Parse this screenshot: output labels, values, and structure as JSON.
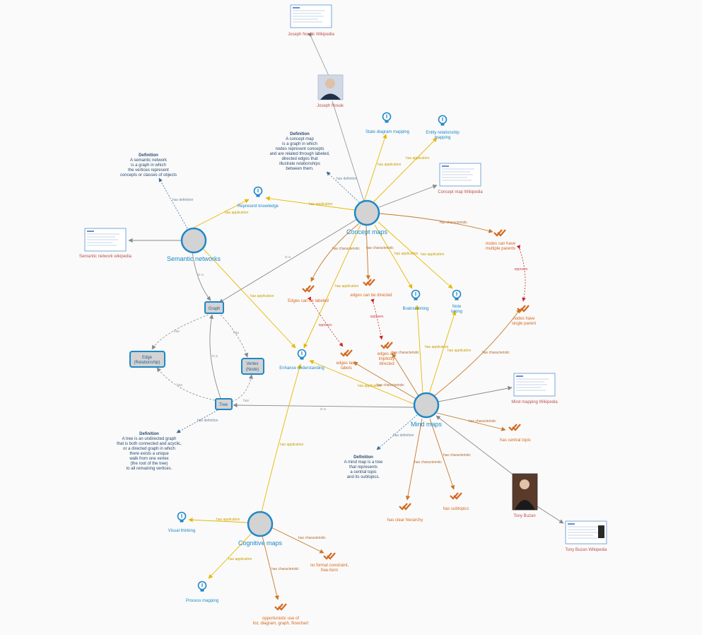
{
  "hubs": {
    "concept_maps": "Concept maps",
    "semantic_networks": "Semantic networks",
    "mind_maps": "Mind maps",
    "cognitive_maps": "Cognitive maps"
  },
  "boxes": {
    "graph": "Graph",
    "edge": [
      "Edge",
      "(Relationship)"
    ],
    "vertex": [
      "Vertex",
      "(Node)"
    ],
    "tree": "Tree"
  },
  "applications": {
    "state_diagram": "State diagram mapping",
    "entity_relationship": [
      "Entity relationship",
      "mapping"
    ],
    "represent_knowledge": "Represent knowledge",
    "brainstorming": "Brainstorming",
    "note_taking": [
      "Note",
      "taking"
    ],
    "enhance_understanding": "Enhance understanding",
    "visual_thinking": "Visual thinking",
    "process_mapping": "Process mapping"
  },
  "characteristics": {
    "multiple_parents": [
      "nodes can have",
      "multiple parents"
    ],
    "single_parent": [
      "nodes have",
      "single parent"
    ],
    "edges_can_be_labeled": "Edges can be labeled",
    "edges_can_be_directed": "edges can be directed",
    "edges_lack_labels": [
      "edges lack",
      "labels"
    ],
    "edges_implicitly_directed": [
      "edges are",
      "implicitly",
      "directed"
    ],
    "central_topic": "has central topic",
    "clear_hierarchy": "has clear hierarchy",
    "subtopics": "has subtopics",
    "no_formal_constraint": [
      "no formal constraint,",
      "free-form"
    ],
    "opportunistic": [
      "opportunistic use of",
      "list, diagram, graph, flowchart"
    ]
  },
  "links": {
    "novak_wiki": "Joseph Novak Wikipedia",
    "concept_map_wiki": "Concept map Wikipedia",
    "semantic_network_wiki": "Semantic network wikipedia",
    "mind_mapping_wiki": "Mind mapping Wikipedia",
    "buzan_wiki": "Tony Buzan Wikipedia"
  },
  "people": {
    "novak": "Joseph Novak",
    "buzan": "Tony Buzan"
  },
  "definitions": {
    "concept_map": {
      "title": "Definition",
      "lines": [
        "A concept map",
        "is a graph in which",
        "nodes represent concepts",
        "and are related through labeled,",
        "directed edges that",
        "illustrate relationships",
        "between them."
      ]
    },
    "semantic_network": {
      "title": "Definition",
      "lines": [
        "A semantic network",
        "is a graph in which",
        "the vertices represent",
        "concepts or classes of objects"
      ]
    },
    "tree": {
      "title": "Definition",
      "lines": [
        "A tree is an undirected graph",
        "that is both connected and acyclic,",
        "or a directed graph in which",
        "there exists a unique",
        "walk from one vertex",
        "(the root of the tree)",
        "to all remaining vertices."
      ]
    },
    "mind_map": {
      "title": "Definition",
      "lines": [
        "A mind map is a tree",
        "that represents",
        "a central topic",
        "and its subtopics."
      ]
    }
  },
  "edge_labels": {
    "has_application": "has application",
    "has_characteristic": "has characteristic",
    "has_definition": "has definition",
    "opposes": "opposes",
    "is_a": "is a",
    "has": "has"
  },
  "colors": {
    "hub_fill": "#d3d3d3",
    "hub_stroke": "#1e88c8",
    "application": "#e6b800",
    "characteristic": "#c8782a",
    "definition": "#3a6d9a",
    "opposes": "#cc2222",
    "generic": "#999999"
  }
}
